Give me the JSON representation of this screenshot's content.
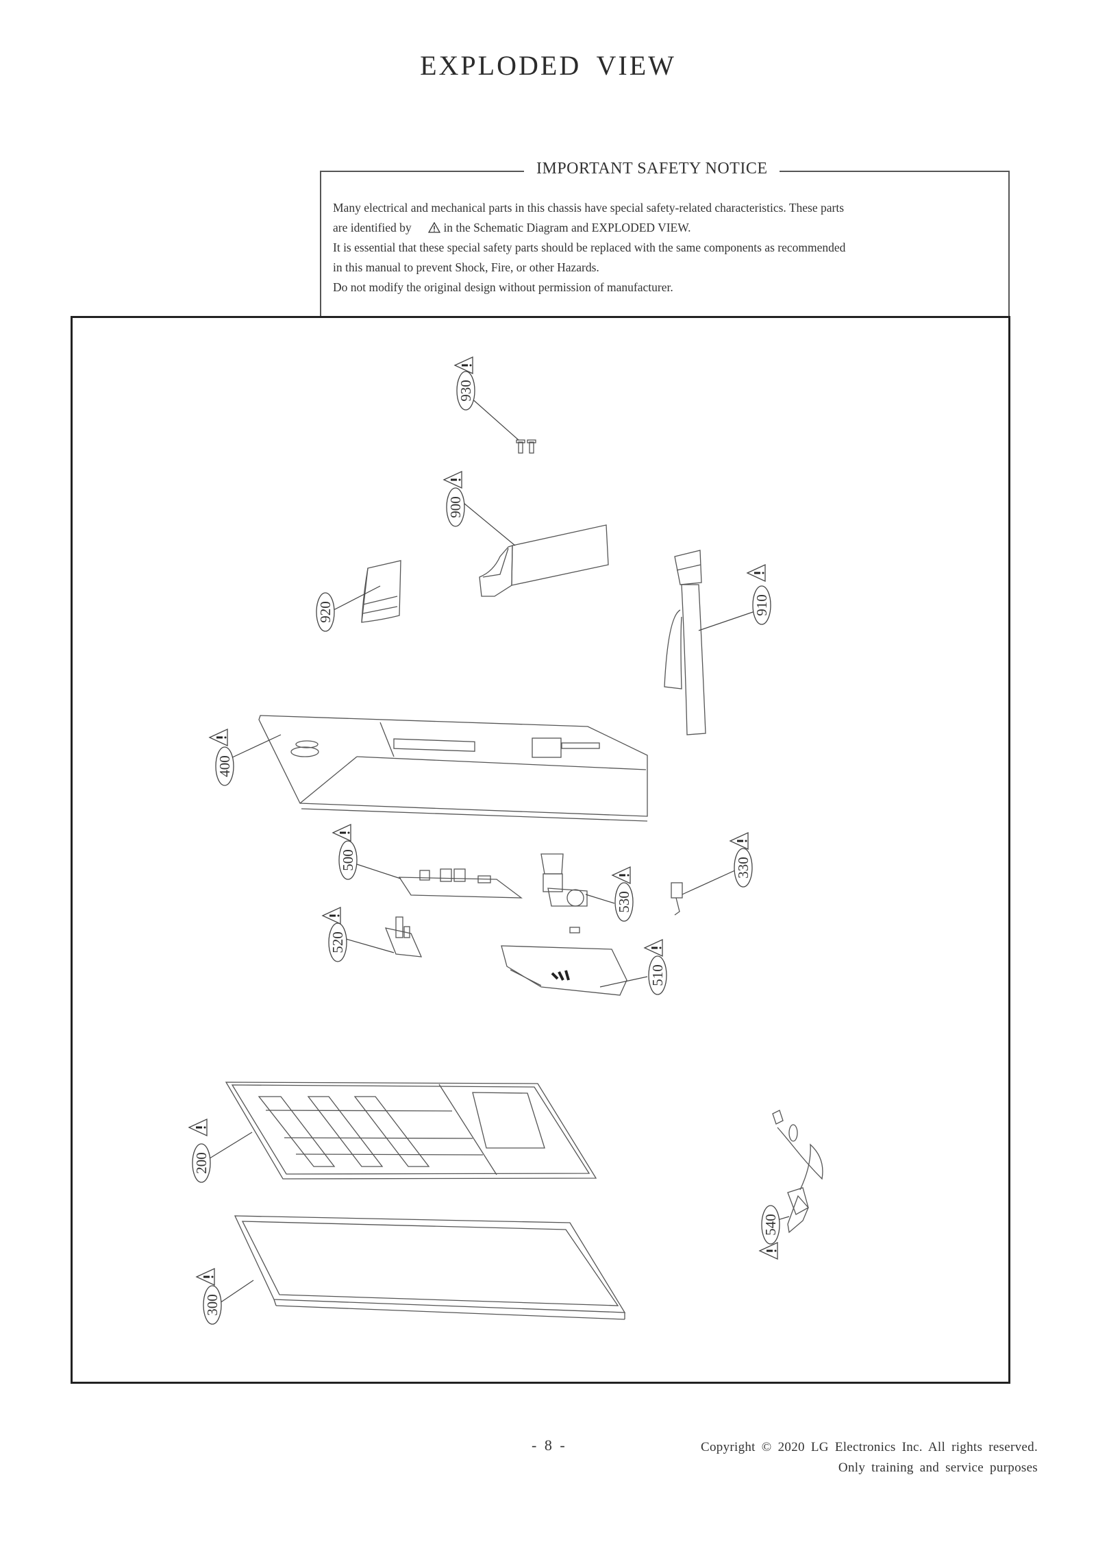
{
  "page": {
    "title": "EXPLODED  VIEW"
  },
  "safety_notice": {
    "title": "IMPORTANT SAFETY NOTICE",
    "line1": "Many electrical and mechanical parts in this chassis have special safety-related characteristics. These parts",
    "line2_before_icon": "are identified by",
    "line2_icon": "warning-triangle",
    "line2_after_icon": "in the Schematic Diagram and EXPLODED VIEW.",
    "line3": "It is essential that these special safety parts should be replaced with the same components as recommended",
    "line4": "in this manual to prevent Shock, Fire, or other Hazards.",
    "line5": "Do not modify the original design without permission of manufacturer."
  },
  "diagram": {
    "callouts": [
      {
        "label": "930",
        "part": "screws",
        "warning": true
      },
      {
        "label": "900",
        "part": "stand-neck",
        "warning": true
      },
      {
        "label": "920",
        "part": "stand-cover",
        "warning": false
      },
      {
        "label": "910",
        "part": "stand-body",
        "warning": true
      },
      {
        "label": "400",
        "part": "back-cover",
        "warning": true
      },
      {
        "label": "500",
        "part": "main-board",
        "warning": true
      },
      {
        "label": "530",
        "part": "power-module",
        "warning": true
      },
      {
        "label": "330",
        "part": "button-module",
        "warning": true
      },
      {
        "label": "520",
        "part": "sub-board",
        "warning": true
      },
      {
        "label": "510",
        "part": "chassis-bracket",
        "warning": true
      },
      {
        "label": "200",
        "part": "lcd-panel",
        "warning": true
      },
      {
        "label": "300",
        "part": "front-bezel",
        "warning": true
      },
      {
        "label": "540",
        "part": "ac-adapter",
        "warning": true
      }
    ]
  },
  "footer": {
    "page_number": "- 8 -",
    "copyright": "Copyright © 2020 LG Electronics Inc. All rights reserved.",
    "purpose": "Only training and service purposes"
  }
}
